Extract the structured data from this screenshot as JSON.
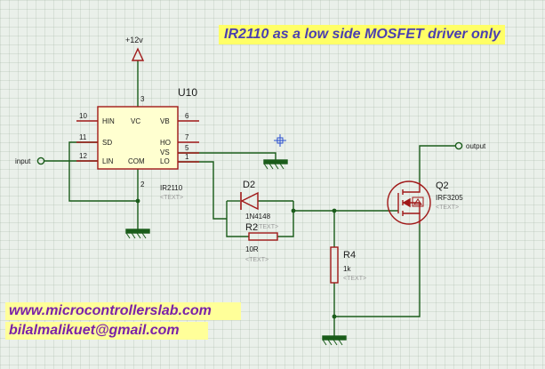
{
  "title": "IR2110 as a low side MOSFET driver only",
  "contact": {
    "website": "www.microcontrollerslab.com",
    "email": "bilalmalikuet@gmail.com"
  },
  "supply": {
    "label": "+12v"
  },
  "ic": {
    "ref": "U10",
    "part": "IR2110",
    "text_placeholder": "<TEXT>",
    "pins": {
      "hin": {
        "name": "HIN",
        "num": "10"
      },
      "sd": {
        "name": "SD",
        "num": "11"
      },
      "lin": {
        "name": "LIN",
        "num": "12"
      },
      "vc": {
        "name": "VC",
        "num": "3"
      },
      "com": {
        "name": "COM",
        "num": "2"
      },
      "vb": {
        "name": "VB",
        "num": "6"
      },
      "ho": {
        "name": "HO",
        "num": "7"
      },
      "vs": {
        "name": "VS",
        "num": "5"
      },
      "lo": {
        "name": "LO",
        "num": "1"
      }
    }
  },
  "terminals": {
    "input": "input",
    "output": "output"
  },
  "diode": {
    "ref": "D2",
    "part": "1N4148",
    "text_placeholder": "<TEXT>"
  },
  "resistor_r2": {
    "ref": "R2",
    "value": "10R",
    "text_placeholder": "<TEXT>"
  },
  "resistor_r4": {
    "ref": "R4",
    "value": "1k",
    "text_placeholder": "<TEXT>"
  },
  "mosfet": {
    "ref": "Q2",
    "part": "IRF3205",
    "text_placeholder": "<TEXT>"
  },
  "colors": {
    "wire": "#1a5c1a",
    "component": "#a01818",
    "label": "#1a1a1a",
    "placeholder": "#9a9a9a",
    "ic_body": "#ffffd0",
    "cursor": "#2a4fd0"
  }
}
